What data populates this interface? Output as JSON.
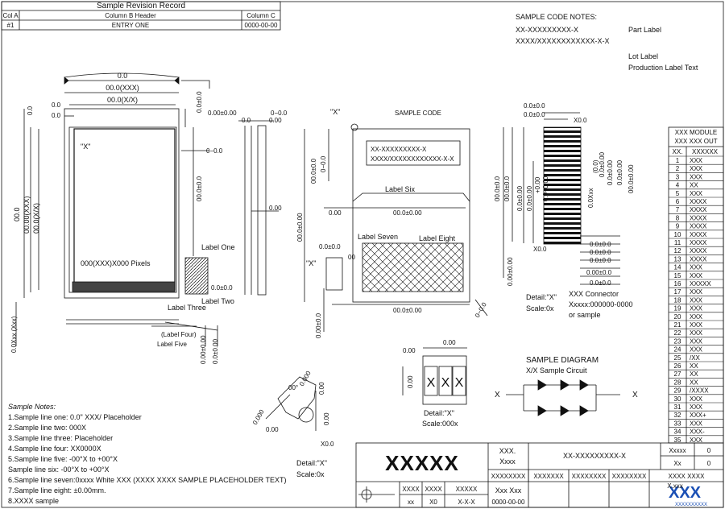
{
  "revision_table": {
    "header": "Sample Revision Record",
    "col_rec": "Col A",
    "col_content": "Column B Header",
    "col_date": "Column C",
    "rows": [
      {
        "rec": "#1",
        "content": "ENTRY ONE",
        "date": "0000-00-00"
      }
    ]
  },
  "jetink": {
    "title": "SAMPLE CODE NOTES:",
    "code": "XX-XXXXXXXXX-X",
    "pn_label": "Part Label",
    "pattern": "XXXX/XXXXXXXXXXXX-X-X",
    "lot_label": "Lot Label",
    "prod_label": "Production Label Text"
  },
  "front_view": {
    "dim_overall_w": "0.0",
    "dim_lcd_w": "00.0(XXX)",
    "dim_aa_w": "00.0(X/X)",
    "dim_1_4": "0.0",
    "dim_2_9": "0.0",
    "dim_1_6": "0.0",
    "dim_6_0": "0.0±0.0",
    "dim_69": "00.0",
    "dim_lcd_h": "00.00(XXX)",
    "dim_aa_h": "00.0(X/X)",
    "dim_4_03": "0−0.0",
    "dim_37_2": "00.0±0.0",
    "detail_d": "\"X\"",
    "pixels": "000(XXX)X000 Pixels",
    "pull_tape": "Label One",
    "single_area": "Label Two",
    "dim_4_0": "0.0±0.0",
    "stiffener": "Label Three",
    "plating": "(Label Four)",
    "conductive": "Label Five",
    "dim_fpc": "0.0Xxx (Xxx)",
    "dim_003": "0.00±0.00",
    "dim_002": "0.0±0.00"
  },
  "side_view": {
    "dim_206": "0.00±0.00",
    "dim_3_04": "0−0.0",
    "dim_06": "0.0",
    "dim_065": "0.00",
    "dim_045": "0.00"
  },
  "rear_view": {
    "detail_b": "\"X\"",
    "jet_label": "SAMPLE CODE",
    "box_code": "XX-XXXXXXXXX-X",
    "box_pattern": "XXXX/XXXXXXXXXXXX-X-X",
    "dim_32_9": "00.0±0.0",
    "dim_4_15": "0−0.0",
    "contact_spring": "Label Six",
    "dim_1_55": "0.00",
    "dim_45_9": "00.0±0.00",
    "dim_67_5": "00.0±0.00",
    "mark_line": "Label Seven",
    "kapton": "Label Eight",
    "dim_9_6": "0.0±0.0",
    "dim_35": "00",
    "detail_a": "\"X\"",
    "dim_47_5": "00.0±0.00",
    "dim_2_95": "0.00±0.0",
    "dim_2_1": "0−0.0"
  },
  "detail_a": {
    "dim_2_0": "0.0±0.0",
    "dim_1_2": "0.0±0.0",
    "r02": "X0.0",
    "dim_11_1": "00.0±0.0",
    "dim_10_2": "00.0±0.0",
    "dim_06": "0.0±0.00",
    "dim_03": "0.0±0.00",
    "dim_04": "+0.00",
    "dim_03b": "0.0−0.00",
    "dim_01max": "0.0Xxx",
    "dim_02": "(0.0)",
    "dim_003": "0.0±0.00",
    "dim_035": "0.0±0.00",
    "dim_9_6": "0.0±0.00",
    "dim_10_5": "00.0±0.00",
    "dim_0_1": "0.0±0.0",
    "dim_1_0": "0.0±0.0",
    "dim_1_1": "0.0±0.0",
    "dim_2_25": "0.00±0.0",
    "dim_2_5": "0.0±0.0",
    "dim_045": "0.00±0.00",
    "r02b": "X0.0",
    "label": "Detail:\"X\"",
    "scale": "Scale:0x",
    "zif1": "XXX Connector",
    "zif2": "Xxxxx:000000-0000",
    "zif3": "or sample"
  },
  "detail_d": {
    "dim_018": "0.00",
    "dim_006": "0.00",
    "dim_018v": "0.00",
    "r": "X",
    "g": "X",
    "b": "X",
    "label": "Detail:\"X\"",
    "scale": "Scale:000x"
  },
  "detail_b": {
    "dim_24": "00°",
    "dim_0435a": "0.000",
    "dim_0435b": "0.000",
    "dim_075a": "0.00",
    "dim_075b": "0.00",
    "dim_155": "0.00",
    "r05": "X0.0",
    "label": "Detail:\"X\"",
    "scale": "Scale:0x"
  },
  "circuit": {
    "title": "SAMPLE DIAGRAM",
    "subtitle": "X/X Sample Circuit",
    "k": "X",
    "a": "X"
  },
  "spec": {
    "title": "Sample Notes:",
    "lines": [
      "1.Sample line one: 0.0\" XXX/ Placeholder",
      "2.Sample line two: 000X",
      "3.Sample line three: Placeholder",
      "4.Sample line four: XX0000X",
      "5.Sample line five: -00°X to +00°X",
      "   Sample line six: -00°X to +00°X",
      "6.Sample line seven:0xxxx White XXX (XXXX XXXX SAMPLE PLACEHOLDER TEXT)",
      "7.Sample line eight: ±0.00mm.",
      "8.XXXX sample"
    ]
  },
  "pinout": {
    "title1": "XXX MODULE",
    "title2": "XXX XXX OUT",
    "col_no": "XX.",
    "col_sym": "XXXXXX",
    "rows": [
      [
        "1",
        "XXX"
      ],
      [
        "2",
        "XXX"
      ],
      [
        "3",
        "XXX"
      ],
      [
        "4",
        "XX"
      ],
      [
        "5",
        "XXX"
      ],
      [
        "6",
        "XXXX"
      ],
      [
        "7",
        "XXXX"
      ],
      [
        "8",
        "XXXX"
      ],
      [
        "9",
        "XXXX"
      ],
      [
        "10",
        "XXXX"
      ],
      [
        "11",
        "XXXX"
      ],
      [
        "12",
        "XXXX"
      ],
      [
        "13",
        "XXXX"
      ],
      [
        "14",
        "XXX"
      ],
      [
        "15",
        "XXX"
      ],
      [
        "16",
        "XXXXX"
      ],
      [
        "17",
        "XXX"
      ],
      [
        "18",
        "XXX"
      ],
      [
        "19",
        "XXX"
      ],
      [
        "20",
        "XXX"
      ],
      [
        "21",
        "XXX"
      ],
      [
        "22",
        "XXX"
      ],
      [
        "23",
        "XXX"
      ],
      [
        "24",
        "XXX"
      ],
      [
        "25",
        "/XX"
      ],
      [
        "26",
        "XX"
      ],
      [
        "27",
        "XX"
      ],
      [
        "28",
        "XX"
      ],
      [
        "29",
        "/XXXX"
      ],
      [
        "30",
        "XXX"
      ],
      [
        "31",
        "XXX"
      ],
      [
        "32",
        "XXX+"
      ],
      [
        "33",
        "XXX"
      ],
      [
        "34",
        "XXX-"
      ],
      [
        "35",
        "XXX"
      ]
    ]
  },
  "title_block": {
    "logo": "XXXXX",
    "mod_label": "XXX.",
    "name_label": "Xxxx",
    "model": "XX-XXXXXXXXX-X",
    "sheet_label": "Xxxxx",
    "sheet_val": "0",
    "of_label": "Xx",
    "of_val": "0",
    "designed": "XXXXXXXX",
    "checked": "XXXXXXX",
    "verified": "XXXXXXXX",
    "approved": "XXXXXXXX",
    "file_name": "XXXX XXXX",
    "unit": "XXXX",
    "size": "XXXX",
    "scale": "XXXXX",
    "unit_val": "xx",
    "size_val": "X0",
    "scale_val": "X-X-X",
    "designer": "Xxx Xxx",
    "date": "0000-00-00",
    "dwg": "X.xxx",
    "brand": "XXX",
    "brand_sub": "XXXXXXXXXX"
  }
}
